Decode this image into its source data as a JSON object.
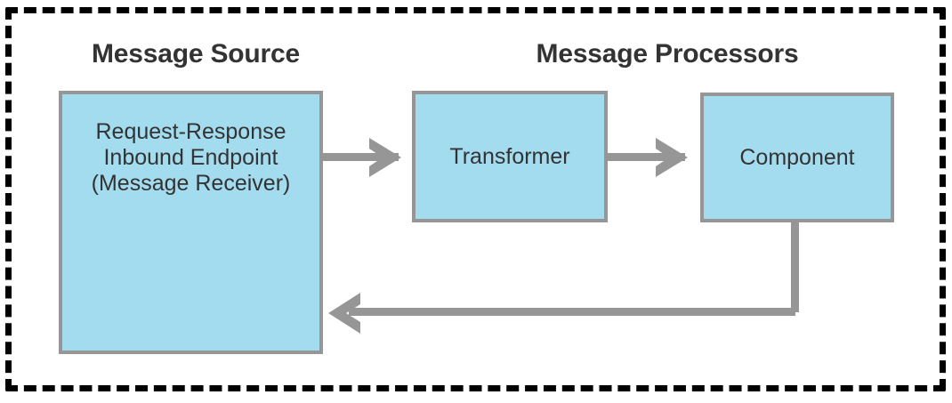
{
  "diagram": {
    "title_source": "Message Source",
    "title_processors": "Message Processors",
    "colors": {
      "box_fill": "#a3dcef",
      "box_border": "#969696",
      "connector": "#969696",
      "text": "#333333",
      "boundary": "#000000",
      "background": "#ffffff"
    },
    "boundary": {
      "style": "dashed",
      "label": "flow-boundary"
    },
    "nodes": [
      {
        "id": "message-receiver",
        "label": "Request-Response\nInbound Endpoint\n(Message Receiver)",
        "group": "Message Source"
      },
      {
        "id": "transformer",
        "label": "Transformer",
        "group": "Message Processors"
      },
      {
        "id": "component",
        "label": "Component",
        "group": "Message Processors"
      }
    ],
    "connectors": [
      {
        "id": "receiver-to-transformer",
        "from": "message-receiver",
        "to": "transformer",
        "direction": "right"
      },
      {
        "id": "transformer-to-component",
        "from": "transformer",
        "to": "component",
        "direction": "right"
      },
      {
        "id": "component-to-receiver-response",
        "from": "component",
        "to": "message-receiver",
        "direction": "left"
      }
    ]
  }
}
